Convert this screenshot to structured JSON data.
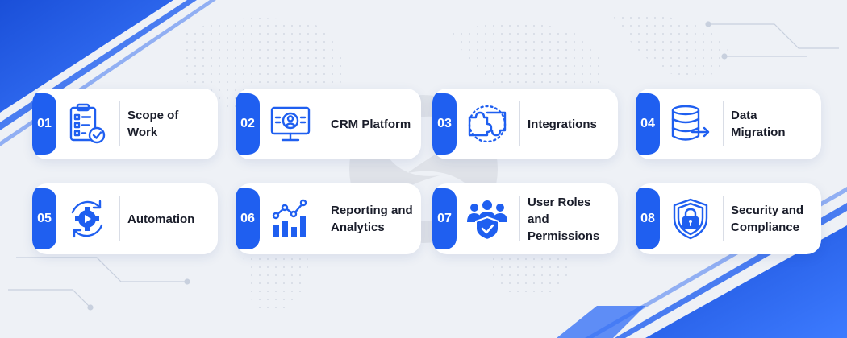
{
  "theme": {
    "accent": "#1f5ff0",
    "text": "#1a1d2a",
    "background": "#eef1f6"
  },
  "cards": [
    {
      "number": "01",
      "label": "Scope of Work",
      "icon": "clipboard-checklist-icon"
    },
    {
      "number": "02",
      "label": "CRM Platform",
      "icon": "monitor-user-icon"
    },
    {
      "number": "03",
      "label": "Integrations",
      "icon": "puzzle-icon"
    },
    {
      "number": "04",
      "label": "Data Migration",
      "icon": "database-arrow-icon"
    },
    {
      "number": "05",
      "label": "Automation",
      "icon": "gear-cycle-icon"
    },
    {
      "number": "06",
      "label": "Reporting and Analytics",
      "icon": "bar-chart-icon"
    },
    {
      "number": "07",
      "label": "User Roles and Permissions",
      "icon": "users-shield-icon"
    },
    {
      "number": "08",
      "label": "Security and Compliance",
      "icon": "shield-lock-icon"
    }
  ]
}
